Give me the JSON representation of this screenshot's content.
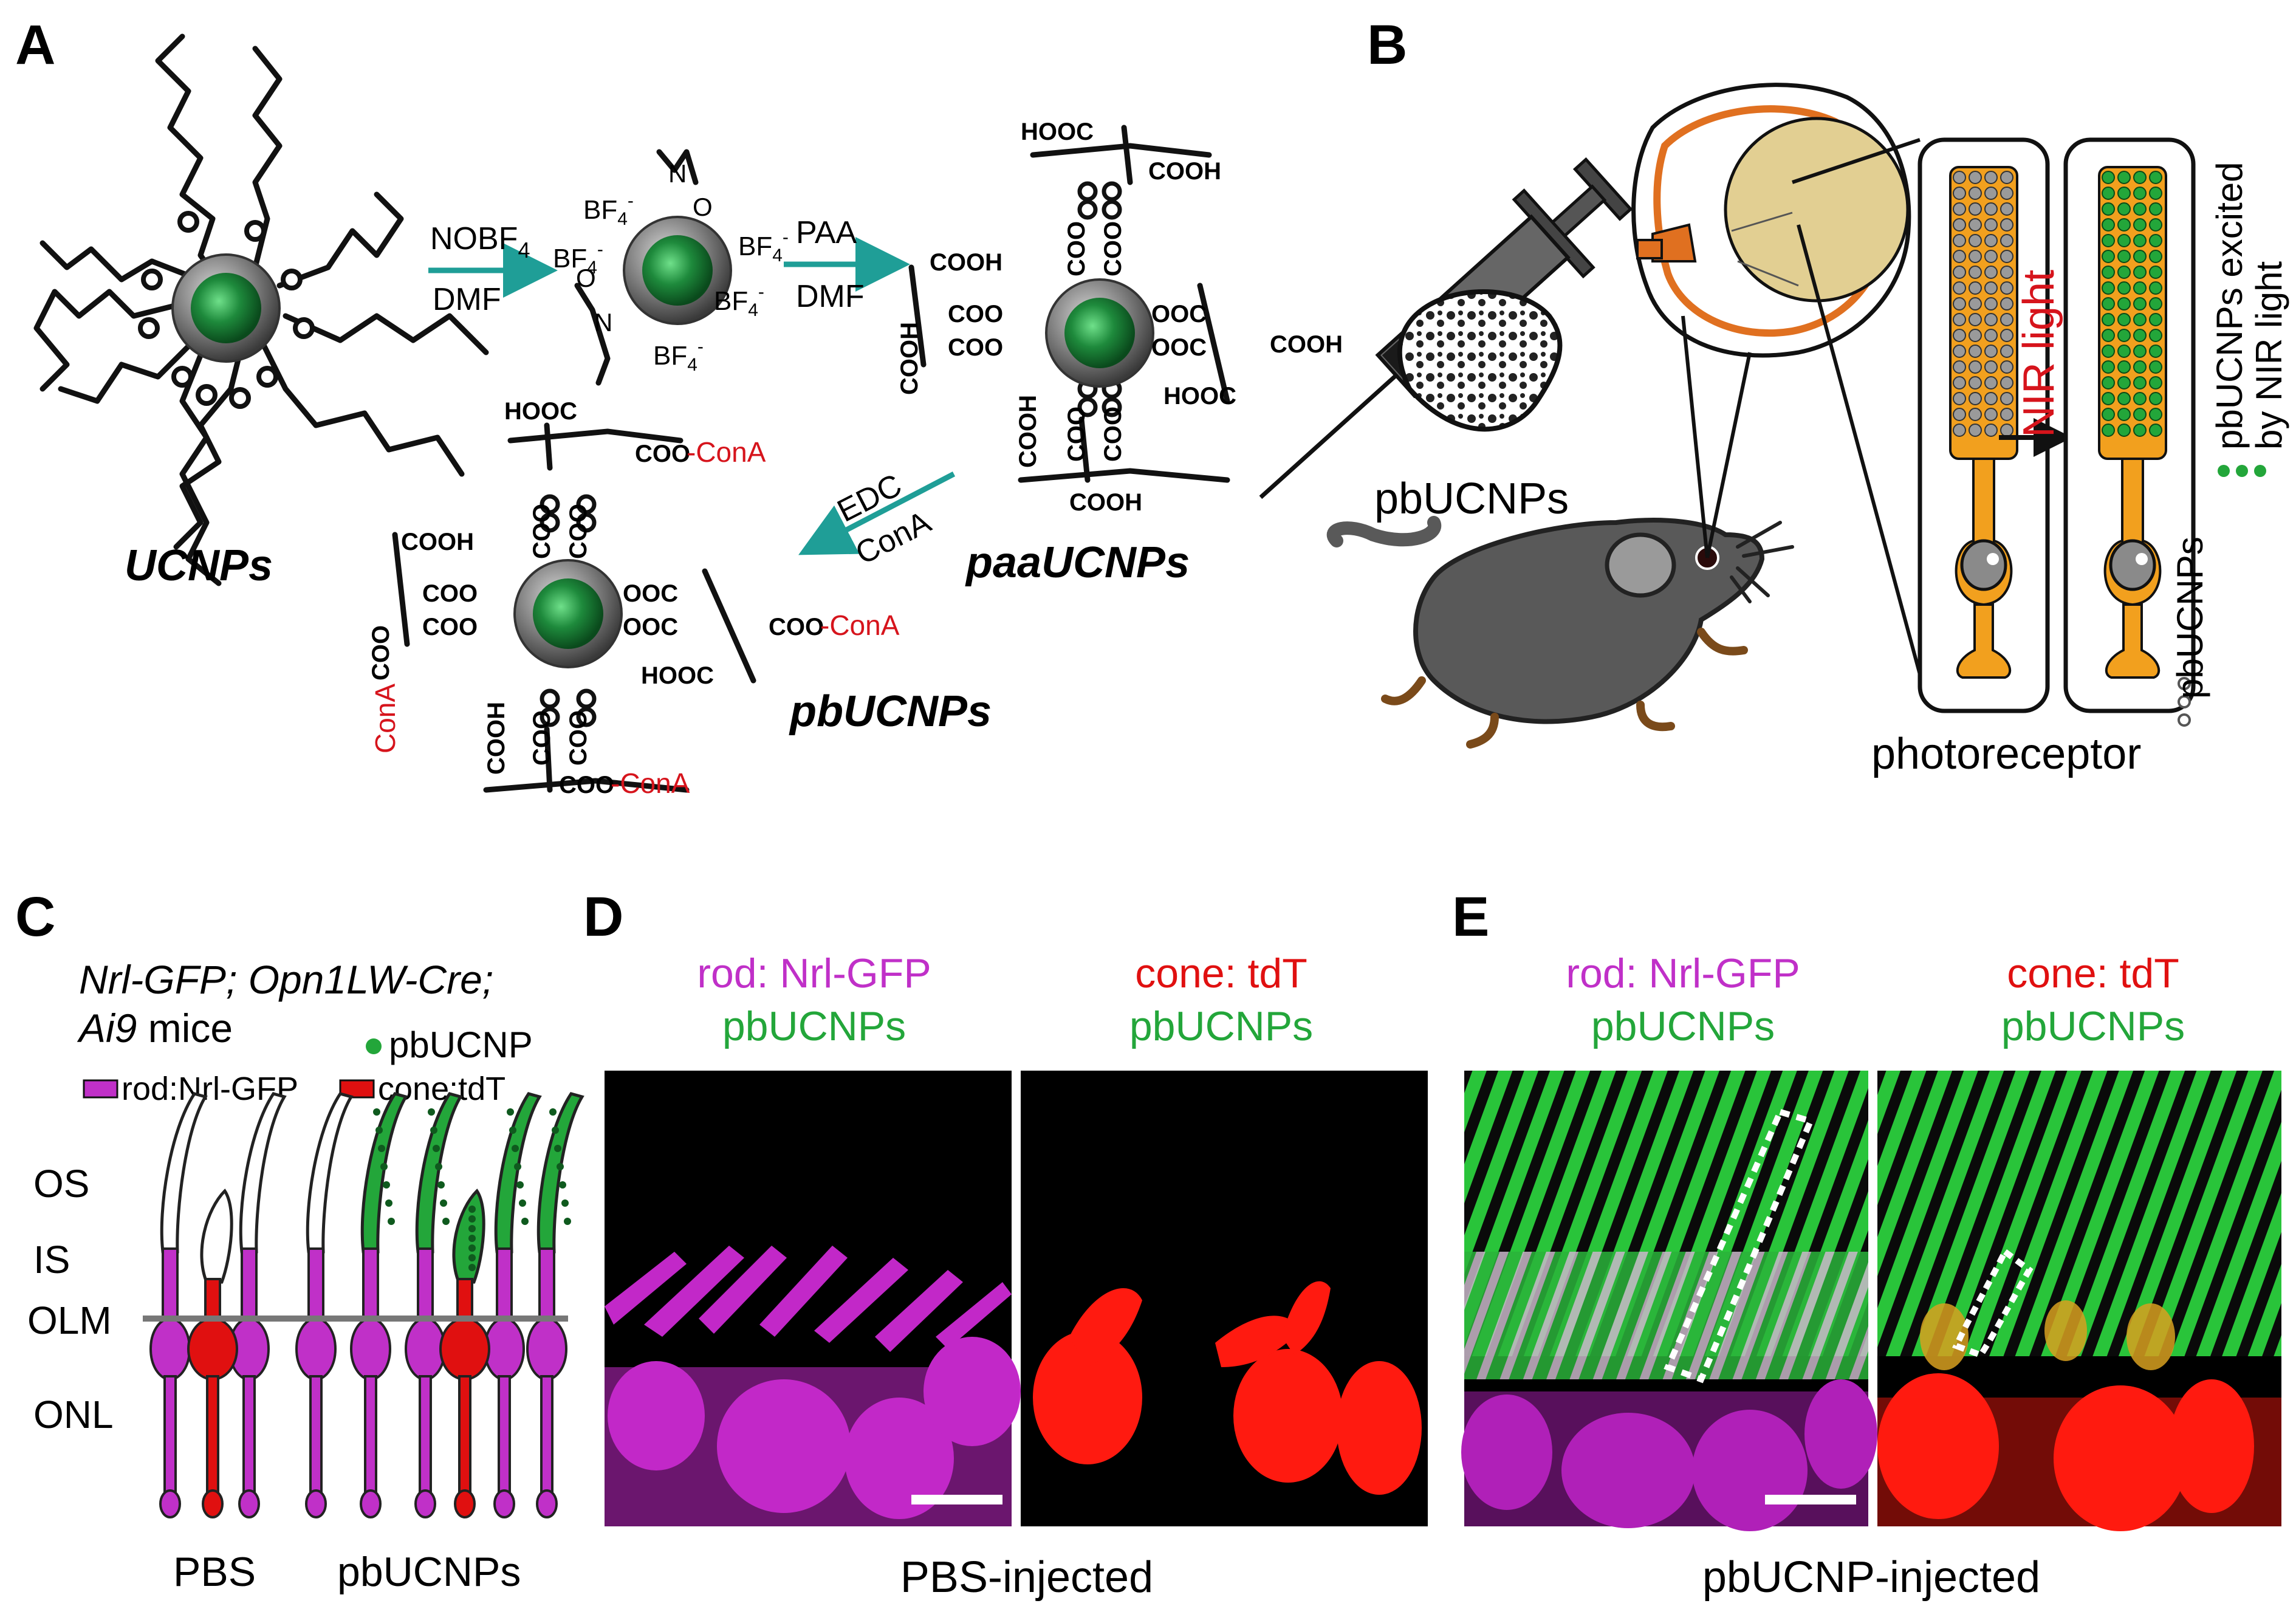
{
  "panels": {
    "A": {
      "letter": "A",
      "ucnps": "UCNPs",
      "step1_top": "NOBF",
      "step1_sub": "4",
      "step1_bottom": "DMF",
      "bf4_a": "BF",
      "bf4_sub": "4",
      "bf4_sup": "-",
      "step2_top": "PAA",
      "step2_bottom": "DMF",
      "paa_ucnps": "paaUCNPs",
      "step3_top": "EDC",
      "step3_bottom": "ConA",
      "pb_ucnps": "pbUCNPs",
      "cooh": "COOH",
      "hooc": "HOOC",
      "coo": "COO",
      "ooc": "OOC",
      "conA": "-ConA",
      "conA_plain": "ConA",
      "n": "N",
      "o": "O"
    },
    "B": {
      "letter": "B",
      "pbucnps": "pbUCNPs",
      "nir": "NIR light",
      "excited_line1": "pbUCNPs excited",
      "excited_line2": "by NIR light",
      "legend_pb": "pbUCNPs",
      "photoreceptor": "photoreceptor"
    },
    "C": {
      "letter": "C",
      "mice_line1": "Nrl-GFP; Opn1LW-Cre;",
      "mice_line2a": "Ai9",
      "mice_line2b": " mice",
      "legend_pb": "pbUCNP",
      "legend_rod": "rod:Nrl-GFP",
      "legend_cone": "cone:tdT",
      "os": "OS",
      "is": "IS",
      "olm": "OLM",
      "onl": "ONL",
      "group1": "PBS",
      "group2": "pbUCNPs"
    },
    "D": {
      "letter": "D",
      "left_title1": "rod: Nrl-GFP",
      "left_title2": "pbUCNPs",
      "right_title1": "cone: tdT",
      "right_title2": "pbUCNPs",
      "caption": "PBS-injected"
    },
    "E": {
      "letter": "E",
      "left_title1": "rod: Nrl-GFP",
      "left_title2": "pbUCNPs",
      "right_title1": "cone: tdT",
      "right_title2": "pbUCNPs",
      "caption": "pbUCNP-injected"
    }
  },
  "colors": {
    "nanoparticle_core": "#1e8a3c",
    "shell": "#6d6d6d",
    "arrow_teal": "#1f9e97",
    "conA_red": "#d6141c",
    "rod_magenta": "#c030c8",
    "cone_red": "#e01010",
    "pb_green": "#23a63a",
    "photoreceptor_orange": "#f2a01e",
    "mouse_gray": "#595959",
    "lens_yellow": "#e2cf92"
  }
}
